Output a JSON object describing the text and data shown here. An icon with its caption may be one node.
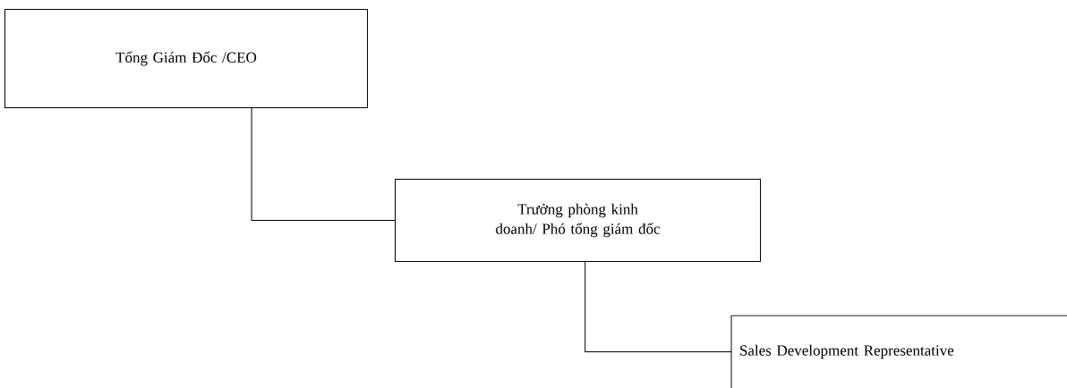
{
  "diagram": {
    "nodes": [
      {
        "text": [
          "Tổng Giám Đốc /CEO"
        ]
      },
      {
        "text": [
          "Trưởng phòng kinh doanh/ Phó tổng giám đốc"
        ]
      },
      {
        "text": [
          "Sales Development Representative"
        ]
      }
    ],
    "edges": [
      {
        "from": 0,
        "to": 1,
        "arrow": "none"
      },
      {
        "from": 1,
        "to": 2,
        "arrow": "none"
      }
    ]
  }
}
